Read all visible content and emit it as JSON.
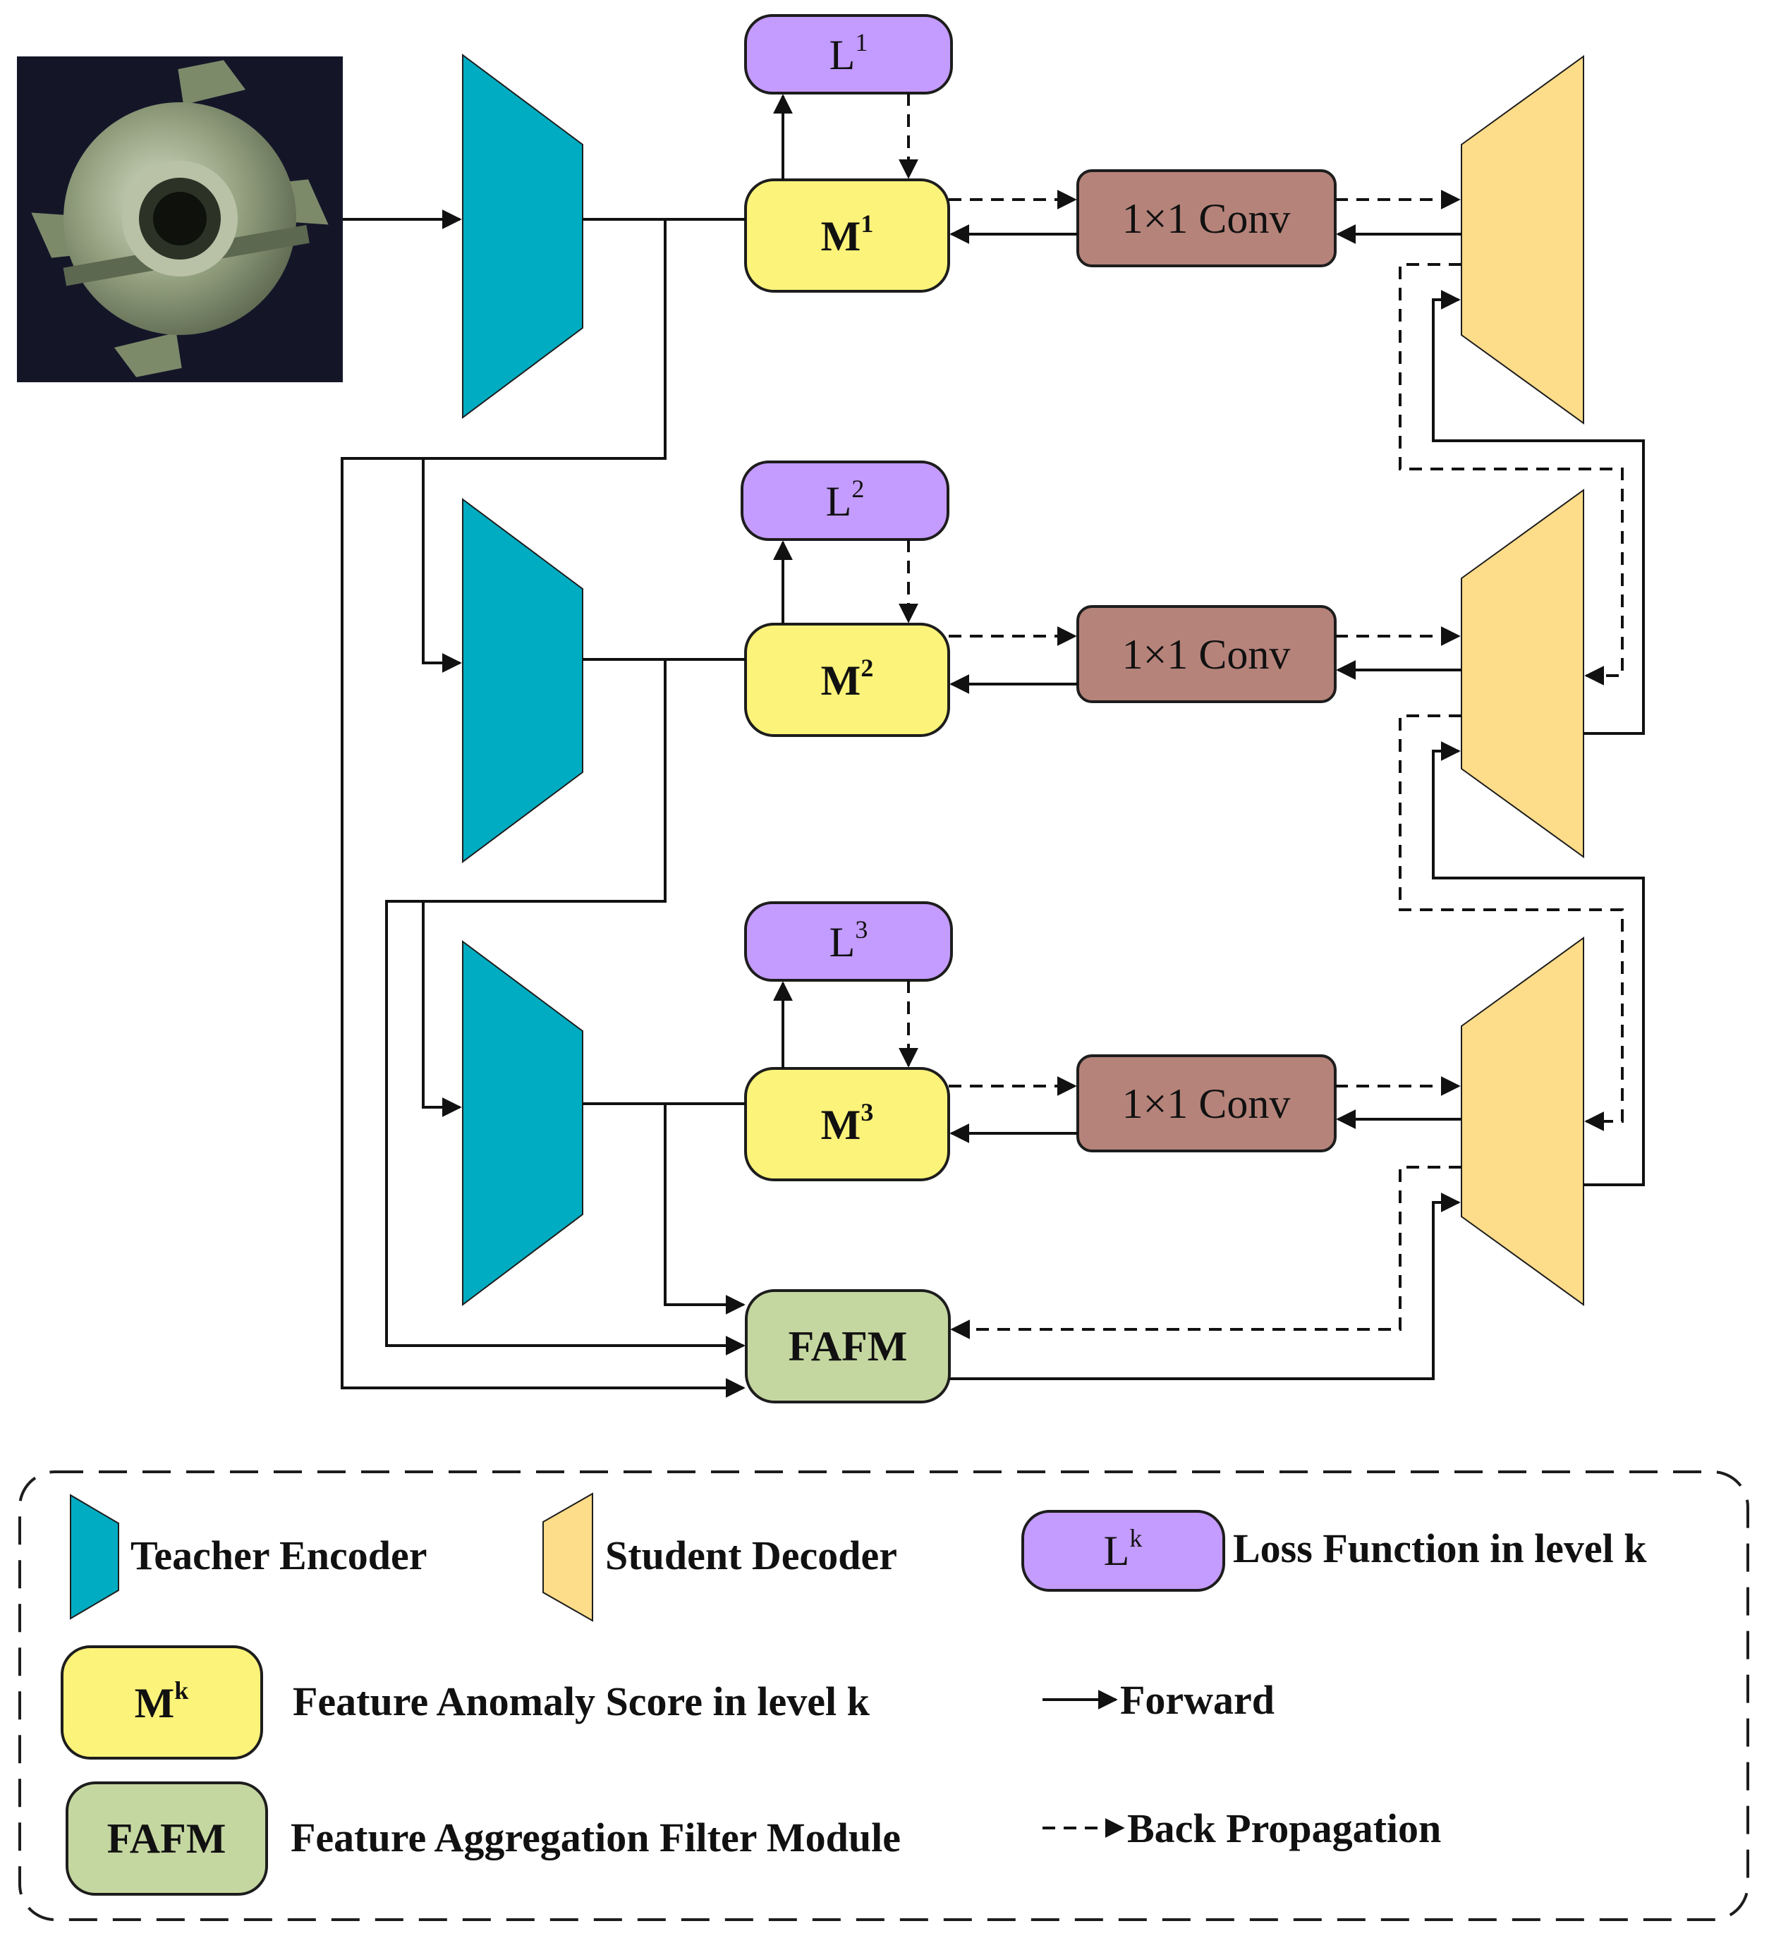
{
  "nodes": {
    "loss": [
      {
        "base": "L",
        "sup": "1"
      },
      {
        "base": "L",
        "sup": "2"
      },
      {
        "base": "L",
        "sup": "3"
      }
    ],
    "score": [
      {
        "base": "M",
        "sup": "1"
      },
      {
        "base": "M",
        "sup": "2"
      },
      {
        "base": "M",
        "sup": "3"
      }
    ],
    "conv": [
      "1×1 Conv",
      "1×1 Conv",
      "1×1 Conv"
    ],
    "fafm": "FAFM"
  },
  "legend": {
    "teacher": "Teacher Encoder",
    "student": "Student Decoder",
    "loss_box": {
      "base": "L",
      "sup": "k"
    },
    "loss_text": "Loss Function in level k",
    "score_box": {
      "base": "M",
      "sup": "k"
    },
    "score_text": "Feature Anomaly Score in level k",
    "forward_text": "Forward",
    "fafm_box": "FAFM",
    "fafm_text": "Feature Aggregation Filter Module",
    "backprop_text": "Back Propagation"
  },
  "colors": {
    "teacher": "#00acc1",
    "student": "#fddc8a",
    "loss": "#c49bff",
    "score": "#fbf37a",
    "conv": "#b5837a",
    "fafm": "#c5d7a0",
    "line": "#111111"
  },
  "icons": {
    "input_image": "metal-nut-photo-icon"
  }
}
